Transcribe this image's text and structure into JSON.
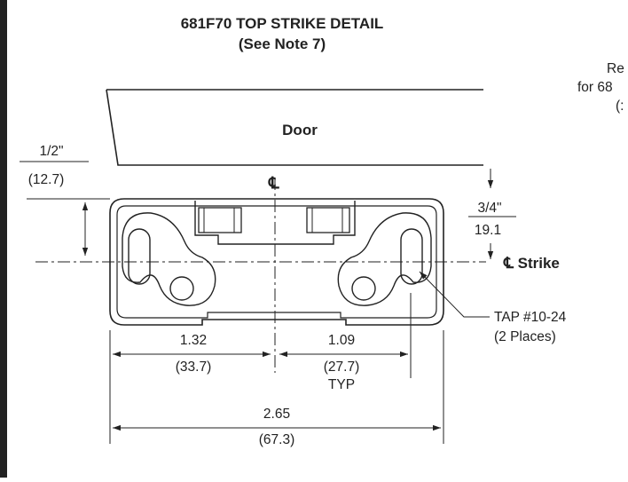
{
  "title": {
    "line1": "681F70 TOP STRIKE DETAIL",
    "line2": "(See Note 7)"
  },
  "side_note": {
    "line1": "Re",
    "line2": "for 68",
    "line3": "(:"
  },
  "labels": {
    "door": "Door",
    "centerline_symbol": "℄",
    "strike_label": "℄ Strike",
    "tap_line1": "TAP #10-24",
    "tap_line2": "(2 Places)"
  },
  "dimensions": {
    "top_left_in": "1/2\"",
    "top_left_mm": "(12.7)",
    "right_in": "3/4\"",
    "right_mm": "19.1",
    "left_half_in": "1.32",
    "left_half_mm": "(33.7)",
    "right_half_in": "1.09",
    "right_half_mm": "(27.7)",
    "right_half_typ": "TYP",
    "overall_in": "2.65",
    "overall_mm": "(67.3)"
  }
}
